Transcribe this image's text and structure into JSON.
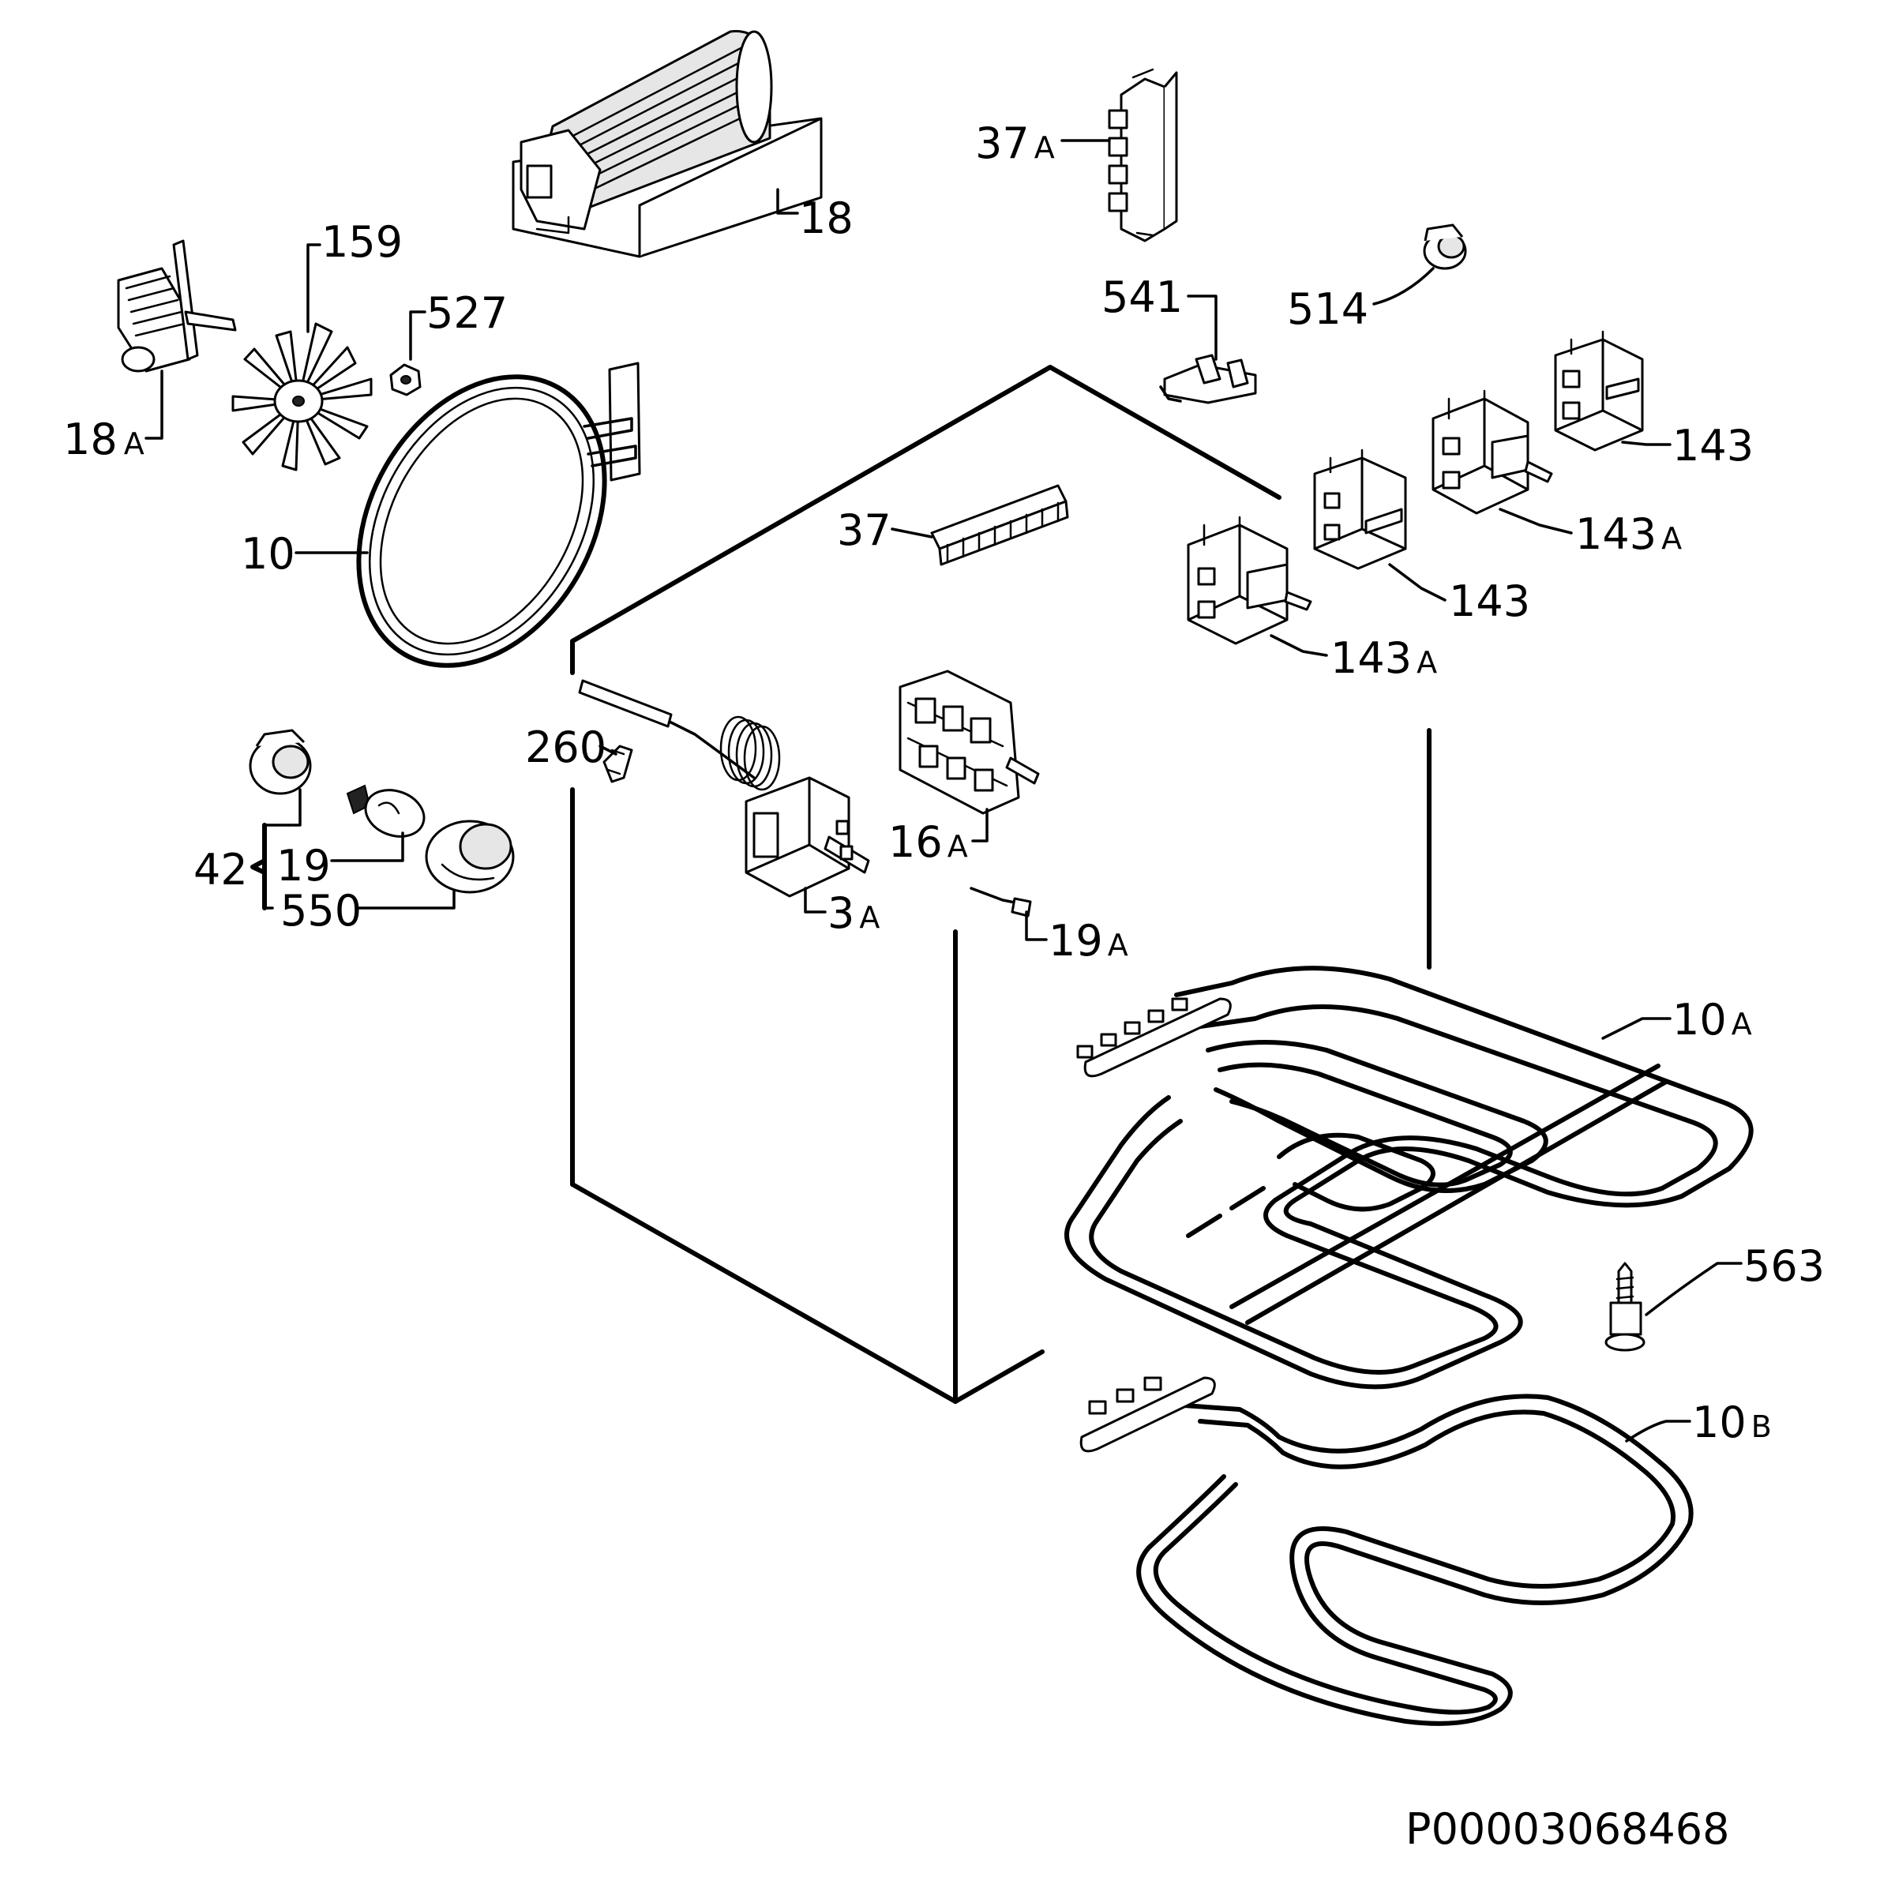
{
  "labels": {
    "p18": "18",
    "p18a_n": "18",
    "p18a_s": "A",
    "p159": "159",
    "p527": "527",
    "p10": "10",
    "p37a_n": "37",
    "p37a_s": "A",
    "p541": "541",
    "p514": "514",
    "p143_a": "143",
    "p143a_a_n": "143",
    "p143a_a_s": "A",
    "p143_b": "143",
    "p143a_b_n": "143",
    "p143a_b_s": "A",
    "p37": "37",
    "p260": "260",
    "p16a_n": "16",
    "p16a_s": "A",
    "p3a_n": "3",
    "p3a_s": "A",
    "p19a_n": "19",
    "p19a_s": "A",
    "p42": "42",
    "p19": "19",
    "p550": "550",
    "p10a_n": "10",
    "p10a_s": "A",
    "p10b_n": "10",
    "p10b_s": "B",
    "p563": "563"
  },
  "footer": {
    "code": "P00003068468"
  }
}
